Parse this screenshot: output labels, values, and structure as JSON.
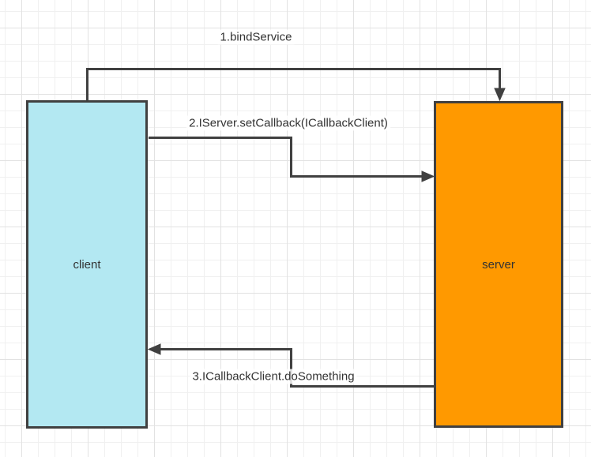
{
  "diagram": {
    "nodes": [
      {
        "id": "client",
        "label": "client"
      },
      {
        "id": "server",
        "label": "server"
      }
    ],
    "edges": [
      {
        "order": 1,
        "label": "1.bindService",
        "from": "client",
        "to": "server"
      },
      {
        "order": 2,
        "label": "2.IServer.setCallback(ICallbackClient)",
        "from": "client",
        "to": "server"
      },
      {
        "order": 3,
        "label": "3.ICallbackClient.doSomething",
        "from": "server",
        "to": "client"
      }
    ]
  },
  "colors": {
    "client_fill": "#b3e8f2",
    "server_fill": "#ff9900",
    "stroke": "#404040",
    "text": "#333333",
    "grid_minor": "#f0f0f0",
    "grid_major": "#e2e2e2",
    "background": "#ffffff"
  }
}
